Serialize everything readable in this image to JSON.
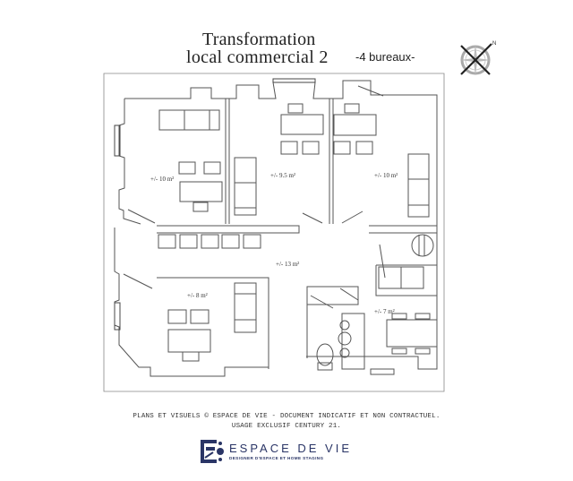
{
  "header": {
    "title_line1": "Transformation",
    "title_line2": "local commercial 2",
    "subtitle": "-4 bureaux-"
  },
  "compass": {
    "icon": "compass-rose-icon",
    "label": "N"
  },
  "rooms": [
    {
      "id": "bureau-1",
      "area": "+/- 10 m²",
      "position": "top-left"
    },
    {
      "id": "bureau-2",
      "area": "+/- 9.5 m²",
      "position": "top-center"
    },
    {
      "id": "bureau-3",
      "area": "+/- 10 m²",
      "position": "top-right"
    },
    {
      "id": "circulation",
      "area": "+/- 13 m²",
      "position": "center"
    },
    {
      "id": "bureau-4",
      "area": "+/- 8 m²",
      "position": "bottom-left"
    },
    {
      "id": "kitchenette",
      "area": "+/- 7 m²",
      "position": "bottom-right"
    }
  ],
  "footer": {
    "disclaimer_line1": "PLANS ET VISUELS © ESPACE DE VIE - DOCUMENT INDICATIF ET NON CONTRACTUEL.",
    "disclaimer_line2": "USAGE EXCLUSIF CENTURY 21.",
    "logo_name": "ESPACE DE VIE",
    "logo_tagline": "DESIGNER D'ESPACE ET HOME STAGING",
    "brand_color": "#2a3566"
  }
}
